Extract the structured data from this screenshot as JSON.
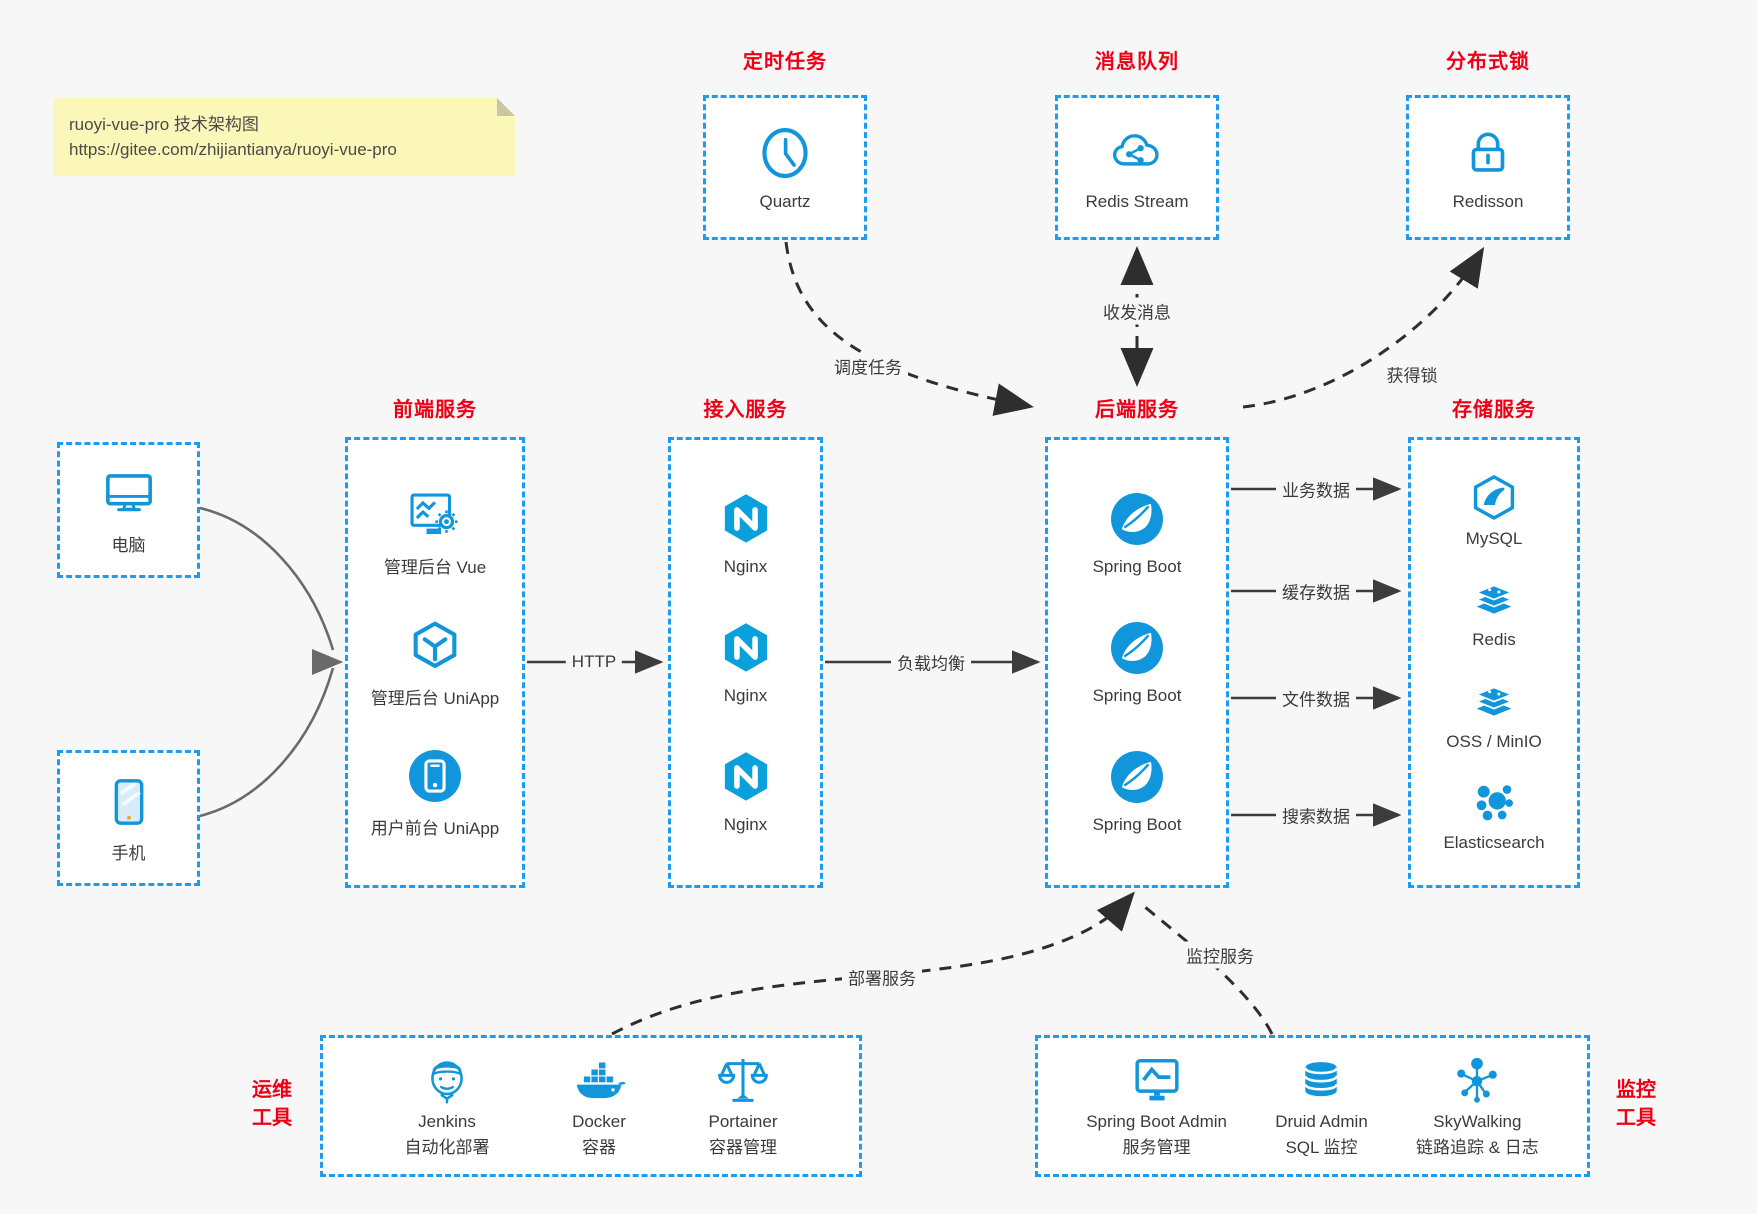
{
  "note": {
    "title": "ruoyi-vue-pro 技术架构图",
    "url": "https://gitee.com/zhijiantianya/ruoyi-vue-pro"
  },
  "top_groups": [
    {
      "title": "定时任务",
      "item": {
        "label": "Quartz"
      }
    },
    {
      "title": "消息队列",
      "item": {
        "label": "Redis Stream"
      }
    },
    {
      "title": "分布式锁",
      "item": {
        "label": "Redisson"
      }
    }
  ],
  "clients": [
    {
      "label": "电脑"
    },
    {
      "label": "手机"
    }
  ],
  "columns": [
    {
      "title": "前端服务",
      "items": [
        {
          "label": "管理后台 Vue"
        },
        {
          "label": "管理后台 UniApp"
        },
        {
          "label": "用户前台 UniApp"
        }
      ]
    },
    {
      "title": "接入服务",
      "items": [
        {
          "label": "Nginx"
        },
        {
          "label": "Nginx"
        },
        {
          "label": "Nginx"
        }
      ]
    },
    {
      "title": "后端服务",
      "items": [
        {
          "label": "Spring Boot"
        },
        {
          "label": "Spring Boot"
        },
        {
          "label": "Spring Boot"
        }
      ]
    },
    {
      "title": "存储服务",
      "items": [
        {
          "label": "MySQL"
        },
        {
          "label": "Redis"
        },
        {
          "label": "OSS / MinIO"
        },
        {
          "label": "Elasticsearch"
        }
      ]
    }
  ],
  "edges": {
    "http": "HTTP",
    "load_balance": "负载均衡",
    "schedule_task": "调度任务",
    "send_receive_message": "收发消息",
    "acquire_lock": "获得锁",
    "business_data": "业务数据",
    "cache_data": "缓存数据",
    "file_data": "文件数据",
    "search_data": "搜索数据",
    "deploy_service": "部署服务",
    "monitor_service": "监控服务"
  },
  "bottom_groups": [
    {
      "title_line1": "运维",
      "title_line2": "工具",
      "items": [
        {
          "name": "Jenkins",
          "desc": "自动化部署"
        },
        {
          "name": "Docker",
          "desc": "容器"
        },
        {
          "name": "Portainer",
          "desc": "容器管理"
        }
      ]
    },
    {
      "title_line1": "监控",
      "title_line2": "工具",
      "items": [
        {
          "name": "Spring Boot Admin",
          "desc": "服务管理"
        },
        {
          "name": "Druid Admin",
          "desc": "SQL 监控"
        },
        {
          "name": "SkyWalking",
          "desc": "链路追踪 & 日志"
        }
      ]
    }
  ],
  "colors": {
    "accent_red": "#ed0016",
    "icon_blue": "#1296db",
    "border_blue": "#1d9bf0"
  }
}
